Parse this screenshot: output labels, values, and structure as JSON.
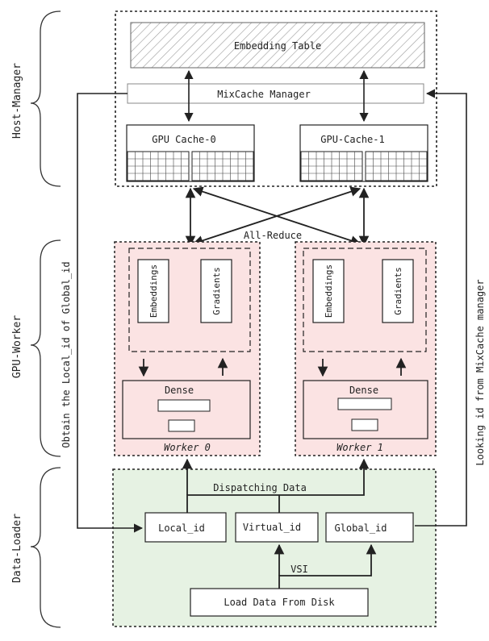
{
  "sections": {
    "host_manager": "Host-Manager",
    "gpu_worker": "GPU-Worker",
    "data_loader": "Data-Loader"
  },
  "host": {
    "embedding_table": "Embedding Table",
    "mixcache_manager": "MixCache Manager",
    "gpu_cache_0": "GPU Cache-0",
    "gpu_cache_1": "GPU-Cache-1"
  },
  "all_reduce": "All-Reduce",
  "workers": [
    {
      "embeddings": "Embeddings",
      "gradients": "Gradients",
      "dense": "Dense",
      "name": "Worker 0"
    },
    {
      "embeddings": "Embeddings",
      "gradients": "Gradients",
      "dense": "Dense",
      "name": "Worker 1"
    }
  ],
  "loader": {
    "dispatching": "Dispatching Data",
    "local_id": "Local_id",
    "virtual_id": "Virtual_id",
    "global_id": "Global_id",
    "vsi": "VSI",
    "load_data": "Load Data From Disk"
  },
  "side_labels": {
    "left": "Obtain the Local_id of Global_id",
    "right": "Looking id from MixCache manager"
  },
  "colors": {
    "worker_fill": "#fbe3e3",
    "loader_fill": "#e6f2e3",
    "worker_border": "#c0392b"
  }
}
